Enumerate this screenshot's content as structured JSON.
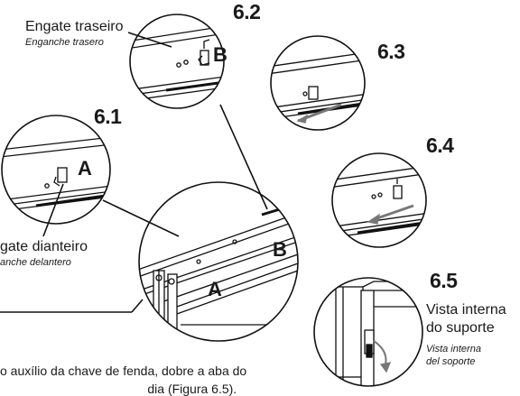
{
  "labels": {
    "rear_hook_pt": "Engate traseiro",
    "rear_hook_es": "Enganche trasero",
    "front_hook_pt": "gate dianteiro",
    "front_hook_es": "anche delantero",
    "internal_view_pt_1": "Vista interna",
    "internal_view_pt_2": "do suporte",
    "internal_view_es_1": "Vista interna",
    "internal_view_es_2": "del soporte"
  },
  "steps": {
    "s61": "6.1",
    "s62": "6.2",
    "s63": "6.3",
    "s64": "6.4",
    "s65": "6.5"
  },
  "markers": {
    "a_detail": "A",
    "b_detail": "B",
    "a_main": "A",
    "b_main": "B"
  },
  "instruction": {
    "line1": "o auxílio da chave de fenda, dobre a aba do",
    "line2": "                                          dia (Figura 6.5)."
  }
}
